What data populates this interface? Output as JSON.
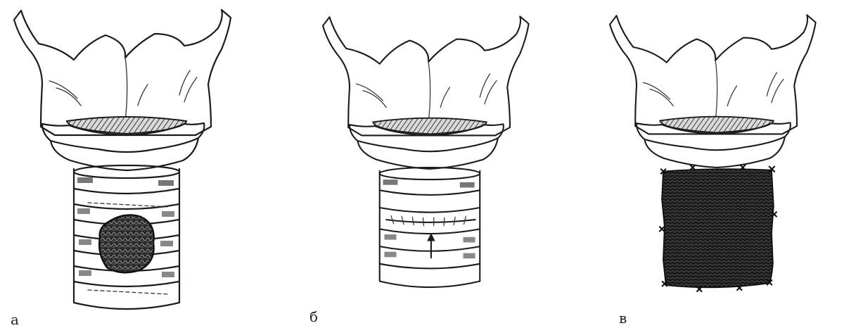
{
  "panels": [
    {
      "label": "а",
      "variant": "tumor"
    },
    {
      "label": "б",
      "variant": "sutured"
    },
    {
      "label": "в",
      "variant": "wrapped"
    }
  ],
  "colors": {
    "ink": "#1b1b1b",
    "background": "#ffffff",
    "graft": "#141414"
  }
}
